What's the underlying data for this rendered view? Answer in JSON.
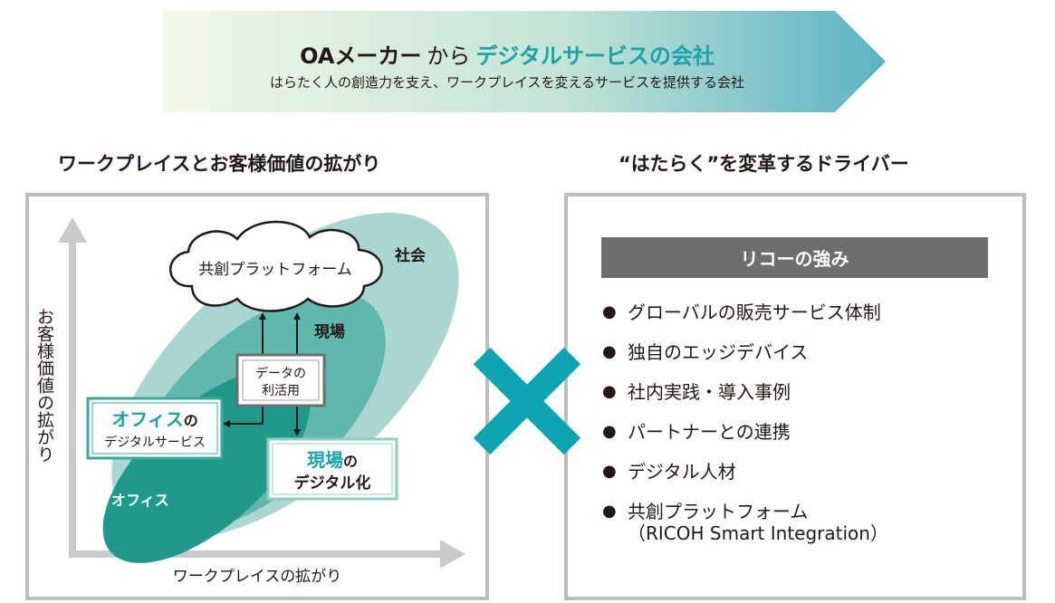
{
  "banner": {
    "from_label": "OAメーカー",
    "connector": "から",
    "to_label": "デジタルサービスの会社",
    "subtitle": "はらたく人の創造力を支え、ワークプレイスを変えるサービスを提供する会社"
  },
  "left_section": {
    "title": "ワークプレイスとお客様価値の拡がり",
    "y_axis_label": "お客様価値の拡がり",
    "x_axis_label": "ワークプレイスの拡がり",
    "cloud_label": "共創プラットフォーム",
    "society_label": "社会",
    "genba_label": "現場",
    "office_label": "オフィス",
    "data_box_line1": "データの",
    "data_box_line2": "利活用",
    "office_box_highlight": "オフィス",
    "office_box_suffix": "の",
    "office_box_line2": "デジタルサービス",
    "genba_box_highlight": "現場",
    "genba_box_suffix": "の",
    "genba_box_line2": "デジタル化"
  },
  "right_section": {
    "title": "“はたらく”を変革するドライバー",
    "header": "リコーの強み",
    "bullet": "●",
    "items": [
      {
        "label": "グローバルの販売サービス体制"
      },
      {
        "label": "独自のエッジデバイス"
      },
      {
        "label": "社内実践・導入事例"
      },
      {
        "label": "パートナーとの連携"
      },
      {
        "label": "デジタル人材"
      },
      {
        "label": "共創プラットフォーム",
        "sub": "（RICOH Smart Integration）"
      }
    ]
  },
  "colors": {
    "teal_accent": "#1aa3a8",
    "cross": "#0ea5b3",
    "ellipse_society": "#a9d6d0",
    "ellipse_genba": "#5fb8ab",
    "ellipse_office": "#1f9a8a",
    "header_gray": "#6d6e70",
    "panel_border": "#bbbcbc"
  }
}
